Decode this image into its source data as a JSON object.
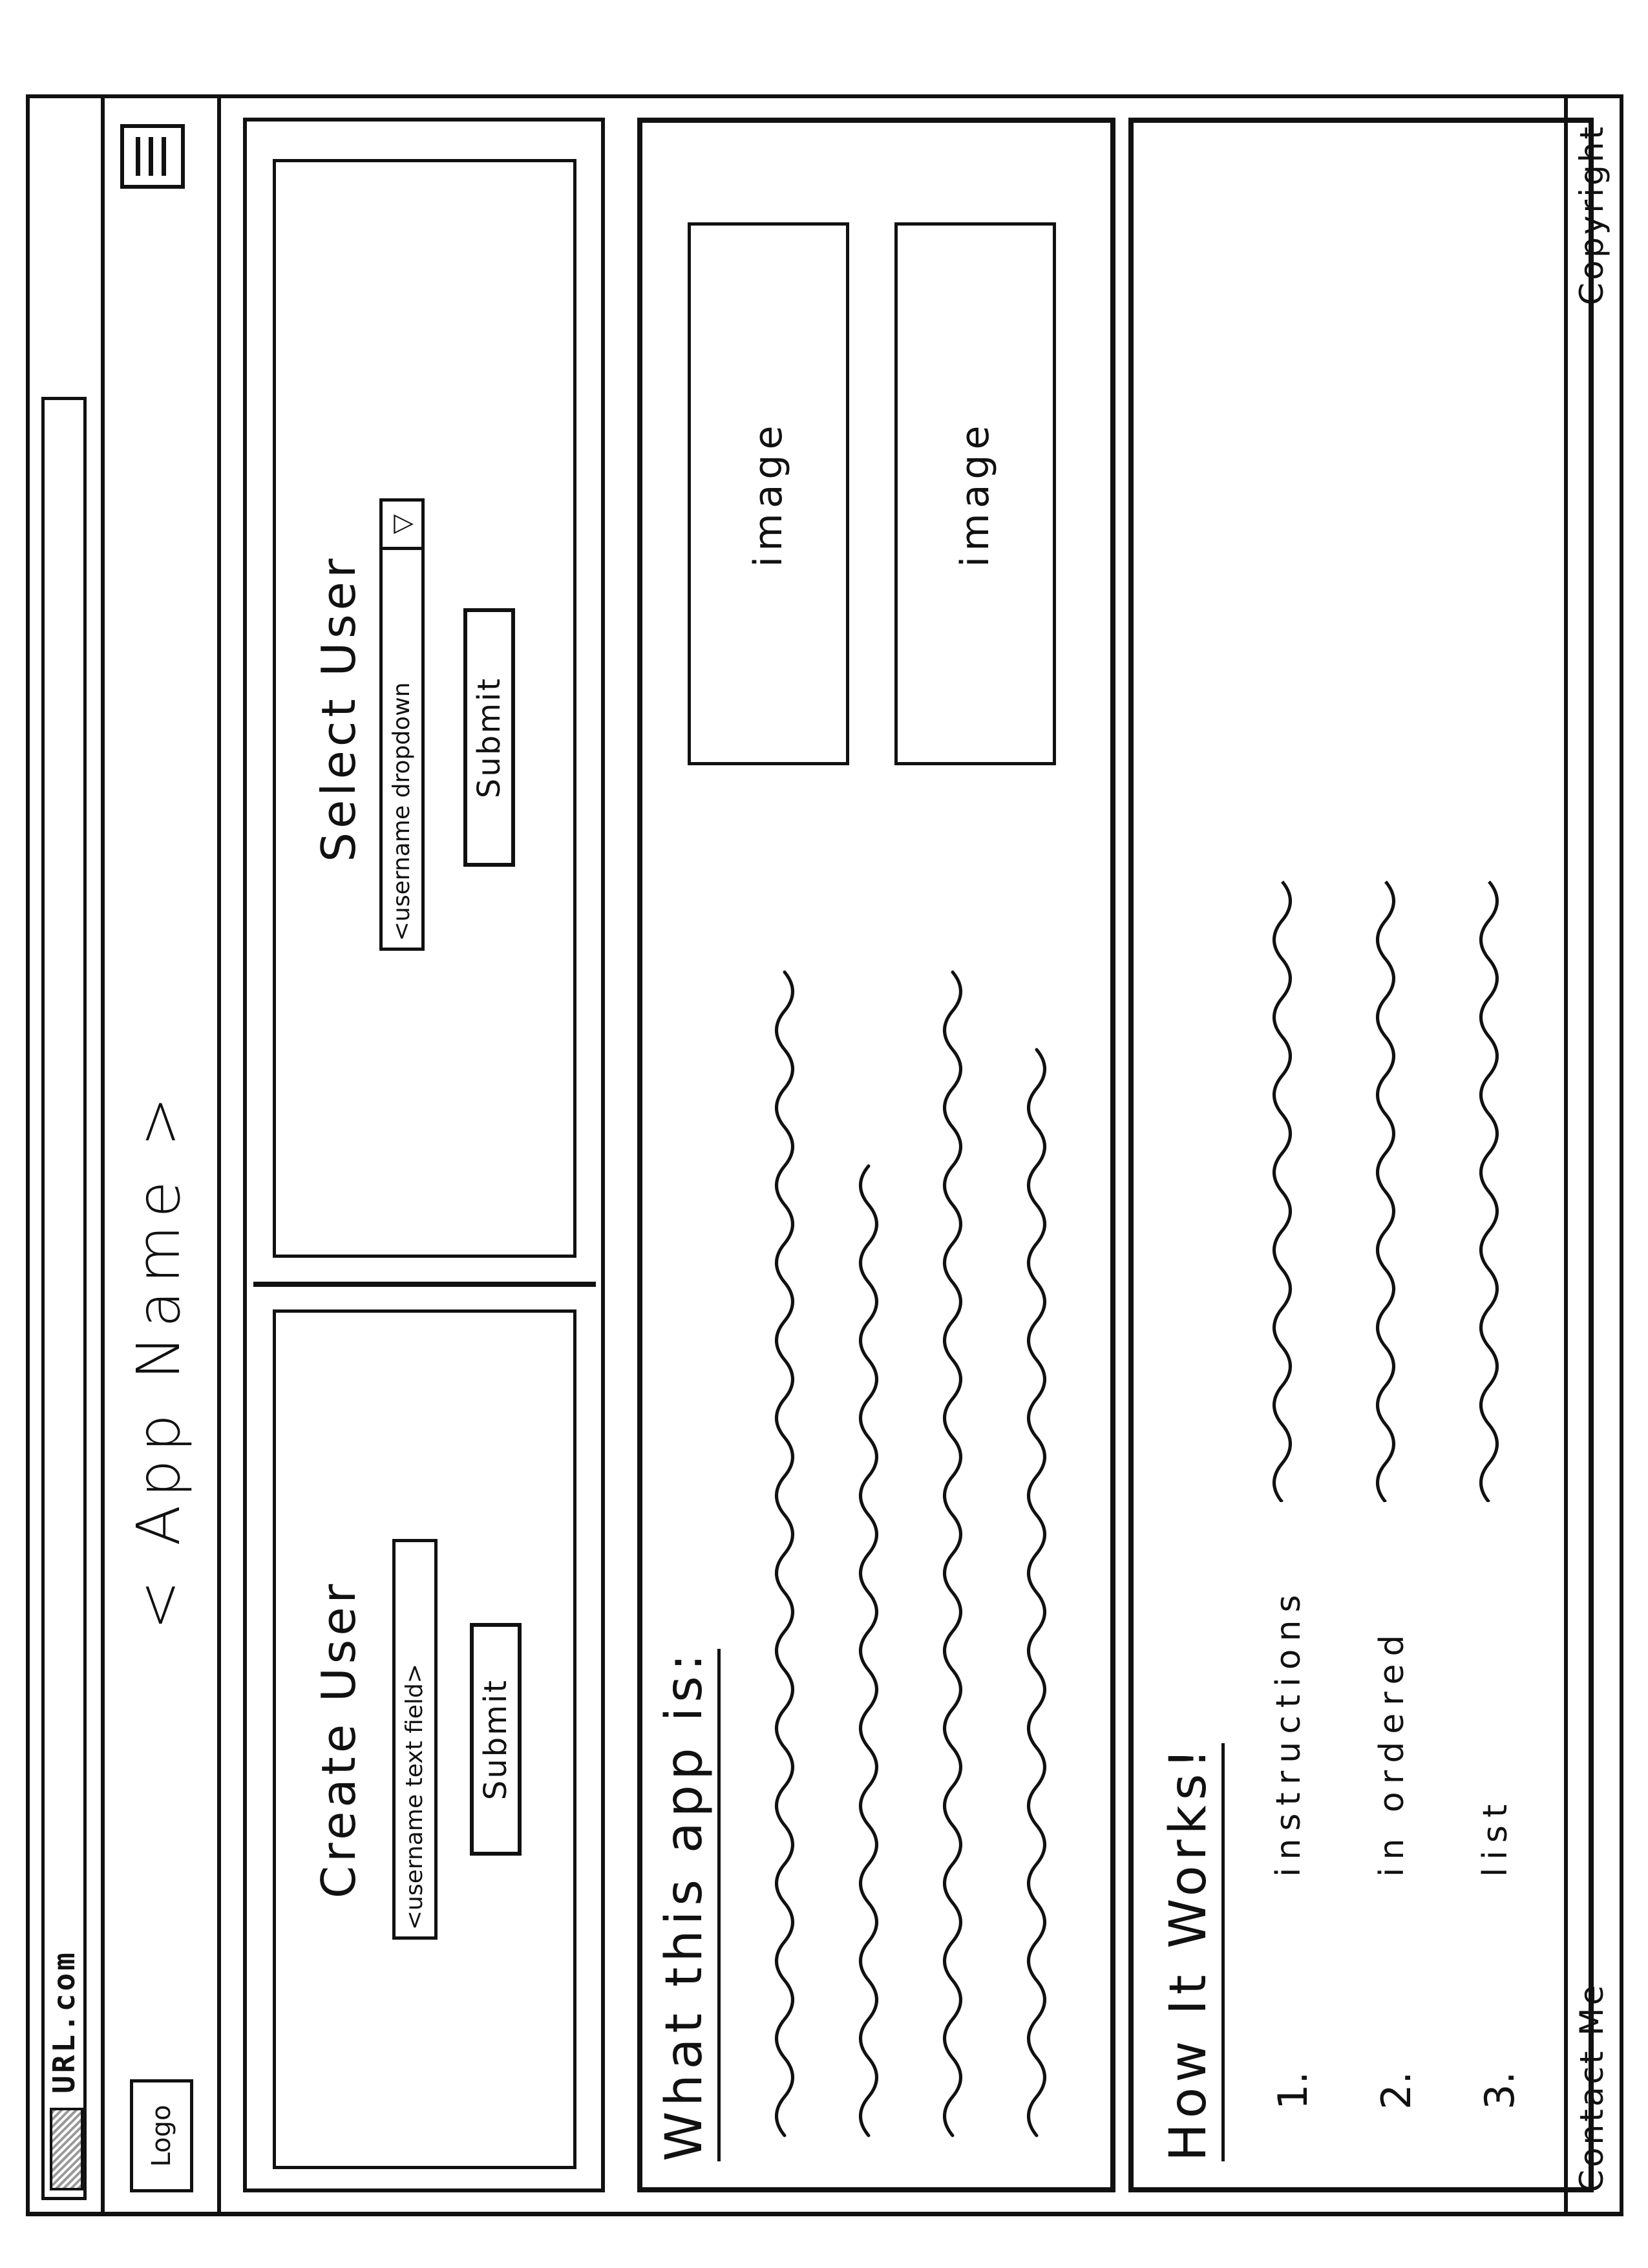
{
  "address_bar": {
    "url": "URL.com"
  },
  "header": {
    "logo": "Logo",
    "app_name": "< App      Name >",
    "menu_icon": "hamburger-menu-icon"
  },
  "create_user": {
    "title": "Create User",
    "field_placeholder": "<username text field>",
    "submit_label": "Submit"
  },
  "select_user": {
    "title": "Select User",
    "dropdown_value": "<username dropdown",
    "dropdown_icon": "dropdown-arrow-icon",
    "submit_label": "Submit"
  },
  "about": {
    "heading": "What this app is:",
    "images": [
      "image",
      "image"
    ]
  },
  "how_it_works": {
    "heading": "How It Works!",
    "steps": [
      {
        "num": "1.",
        "text": "instructions"
      },
      {
        "num": "2.",
        "text": "in ordered"
      },
      {
        "num": "3.",
        "text": "list"
      }
    ]
  },
  "footer": {
    "contact": "Contact Me",
    "copyright": "Copyright"
  }
}
